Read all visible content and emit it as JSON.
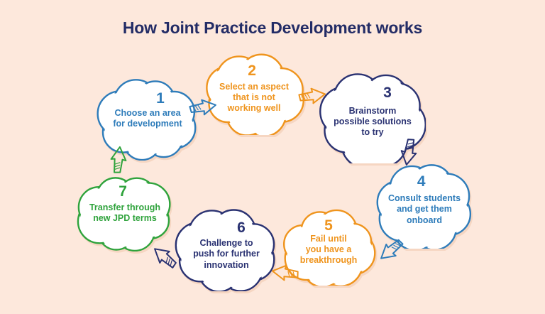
{
  "title": "How Joint Practice Development works",
  "colors": {
    "background": "#fde8dc",
    "title": "#232c66",
    "blue": "#2e7cba",
    "orange": "#ef941d",
    "navy": "#2a3272",
    "green": "#2fa33c"
  },
  "steps": [
    {
      "num": "1",
      "text": "Choose an area\nfor development",
      "color": "blue"
    },
    {
      "num": "2",
      "text": "Select an aspect\nthat is not\nworking well",
      "color": "orange"
    },
    {
      "num": "3",
      "text": "Brainstorm\npossible solutions\nto try",
      "color": "navy"
    },
    {
      "num": "4",
      "text": "Consult students\nand get them\nonboard",
      "color": "blue"
    },
    {
      "num": "5",
      "text": "Fail until\nyou have a\nbreakthrough",
      "color": "orange"
    },
    {
      "num": "6",
      "text": "Challenge to\npush for further\ninnovation",
      "color": "navy"
    },
    {
      "num": "7",
      "text": "Transfer through\nnew JPD terms",
      "color": "green"
    }
  ],
  "arrows": [
    {
      "from": "1",
      "to": "2",
      "color": "blue"
    },
    {
      "from": "2",
      "to": "3",
      "color": "orange"
    },
    {
      "from": "3",
      "to": "4",
      "color": "navy"
    },
    {
      "from": "4",
      "to": "5",
      "color": "blue"
    },
    {
      "from": "5",
      "to": "6",
      "color": "orange"
    },
    {
      "from": "6",
      "to": "7",
      "color": "navy"
    },
    {
      "from": "7",
      "to": "1",
      "color": "green"
    }
  ]
}
